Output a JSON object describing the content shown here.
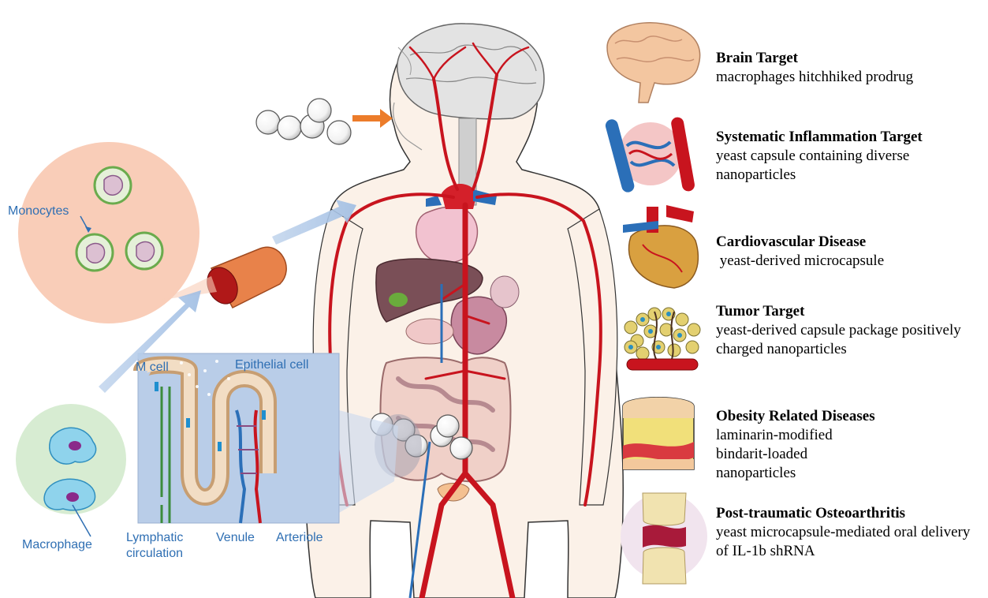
{
  "labels": {
    "monocytes": "Monocytes",
    "macrophage": "Macrophage",
    "m_cell": "M cell",
    "epithelial_cell": "Epithelial cell",
    "lymphatic_line1": "Lymphatic",
    "lymphatic_line2": "circulation",
    "venule": "Venule",
    "arteriole": "Arteriole"
  },
  "targets": [
    {
      "title": "Brain Target",
      "desc": "macrophages hitchhiked prodrug",
      "icon": "brain-icon"
    },
    {
      "title": "Systematic Inflammation Target",
      "desc": "yeast capsule containing diverse nanoparticles",
      "icon": "inflamed-vessels-icon"
    },
    {
      "title": "Cardiovascular Disease",
      "desc": " yeast-derived microcapsule",
      "icon": "heart-icon"
    },
    {
      "title": "Tumor Target",
      "desc": " yeast-derived capsule package positively charged nanoparticles",
      "icon": "tumor-icon"
    },
    {
      "title": "Obesity Related Diseases",
      "desc": "laminarin-modified bindarit-loaded nanoparticles",
      "icon": "adipose-tissue-icon"
    },
    {
      "title": "Post-traumatic Osteoarthritis",
      "desc": "yeast microcapsule-mediated oral delivery of IL-1b shRNA",
      "icon": "joint-icon"
    }
  ],
  "colors": {
    "label_blue": "#2f6fb3",
    "artery_red": "#c8141e",
    "vein_blue": "#2b6fb8",
    "monocyte_bg": "#f9cdb8",
    "macrophage_bg": "#d7ecd2",
    "intestine_panel": "#b9cde8"
  }
}
